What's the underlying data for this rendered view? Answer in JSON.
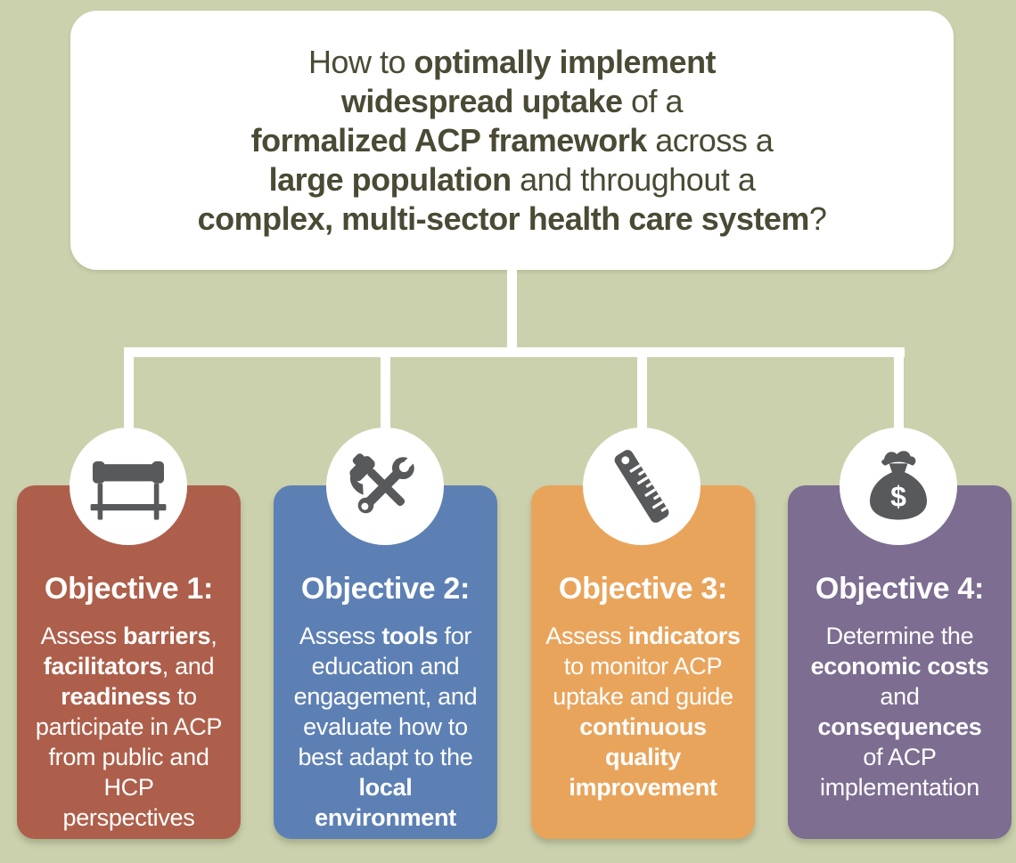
{
  "background_color": "#ccd1ad",
  "connector_color": "#ffffff",
  "icon_color": "#58595b",
  "title": {
    "box_color": "#ffffff",
    "text_color": "#4a4a35",
    "lines": [
      [
        {
          "t": "How to ",
          "b": false
        },
        {
          "t": "optimally implement",
          "b": true
        }
      ],
      [
        {
          "t": "widespread uptake",
          "b": true
        },
        {
          "t": " of a",
          "b": false
        }
      ],
      [
        {
          "t": "formalized ACP framework",
          "b": true
        },
        {
          "t": " across a",
          "b": false
        }
      ],
      [
        {
          "t": "large population",
          "b": true
        },
        {
          "t": " and throughout a",
          "b": false
        }
      ],
      [
        {
          "t": "complex, multi-sector health care system",
          "b": true
        },
        {
          "t": "?",
          "b": false
        }
      ]
    ]
  },
  "objectives": [
    {
      "heading": "Objective 1:",
      "color": "#ad5f4b",
      "text_color": "#ffffff",
      "icon": "barrier-icon",
      "body_lines": [
        [
          {
            "t": "Assess ",
            "b": false
          },
          {
            "t": "barriers",
            "b": true
          },
          {
            "t": ",",
            "b": false
          }
        ],
        [
          {
            "t": "facilitators",
            "b": true
          },
          {
            "t": ", and",
            "b": false
          }
        ],
        [
          {
            "t": "readiness",
            "b": true
          },
          {
            "t": " to",
            "b": false
          }
        ],
        [
          {
            "t": "participate in ACP",
            "b": false
          }
        ],
        [
          {
            "t": "from public and",
            "b": false
          }
        ],
        [
          {
            "t": "HCP",
            "b": false
          }
        ],
        [
          {
            "t": "perspectives",
            "b": false
          }
        ]
      ]
    },
    {
      "heading": "Objective 2:",
      "color": "#5d80b4",
      "text_color": "#ffffff",
      "icon": "tools-icon",
      "body_lines": [
        [
          {
            "t": "Assess ",
            "b": false
          },
          {
            "t": "tools",
            "b": true
          },
          {
            "t": " for",
            "b": false
          }
        ],
        [
          {
            "t": "education and",
            "b": false
          }
        ],
        [
          {
            "t": "engagement, and",
            "b": false
          }
        ],
        [
          {
            "t": "evaluate how to",
            "b": false
          }
        ],
        [
          {
            "t": "best adapt to the",
            "b": false
          }
        ],
        [
          {
            "t": "local",
            "b": true
          }
        ],
        [
          {
            "t": "environment",
            "b": true
          }
        ]
      ]
    },
    {
      "heading": "Objective 3:",
      "color": "#e9a45c",
      "text_color": "#ffffff",
      "icon": "ruler-icon",
      "body_lines": [
        [
          {
            "t": "Assess ",
            "b": false
          },
          {
            "t": "indicators",
            "b": true
          }
        ],
        [
          {
            "t": "to monitor ACP",
            "b": false
          }
        ],
        [
          {
            "t": "uptake and guide",
            "b": false
          }
        ],
        [
          {
            "t": "continuous",
            "b": true
          }
        ],
        [
          {
            "t": "quality",
            "b": true
          }
        ],
        [
          {
            "t": "improvement",
            "b": true
          }
        ]
      ]
    },
    {
      "heading": "Objective 4:",
      "color": "#7c6d91",
      "text_color": "#ffffff",
      "icon": "money-bag-icon",
      "body_lines": [
        [
          {
            "t": "Determine the",
            "b": false
          }
        ],
        [
          {
            "t": "economic costs",
            "b": true
          }
        ],
        [
          {
            "t": "and",
            "b": false
          }
        ],
        [
          {
            "t": "consequences",
            "b": true
          }
        ],
        [
          {
            "t": "of ACP",
            "b": false
          }
        ],
        [
          {
            "t": "implementation",
            "b": false
          }
        ]
      ]
    }
  ]
}
